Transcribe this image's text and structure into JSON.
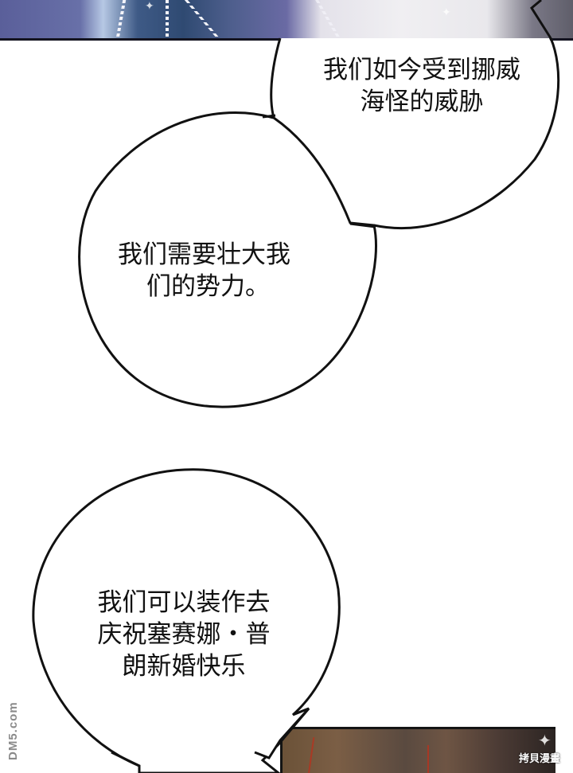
{
  "panels": {
    "top": {
      "description": "artwork-strip",
      "colors": {
        "left": "#5a5f9a",
        "center": "#2f4a72",
        "right": "#f0eff2",
        "border": "#141420"
      }
    },
    "bottom": {
      "description": "artwork-strip",
      "colors": {
        "base": "#6b5238",
        "dark": "#2b2422",
        "accent": "#b8321e",
        "border": "#141414"
      }
    }
  },
  "bubbles": [
    {
      "id": "bubble-1",
      "lines": [
        "我们如今受到挪威",
        "海怪的威胁"
      ]
    },
    {
      "id": "bubble-2",
      "lines": [
        "我们需要壮大我",
        "们的势力。"
      ]
    },
    {
      "id": "bubble-3",
      "lines": [
        "我们可以装作去",
        "庆祝塞赛娜・普",
        "朗新婚快乐"
      ]
    }
  ],
  "watermarks": {
    "left": "DM5.com",
    "right": "拷貝漫畫"
  },
  "icons": {
    "sparkle": "✦"
  }
}
